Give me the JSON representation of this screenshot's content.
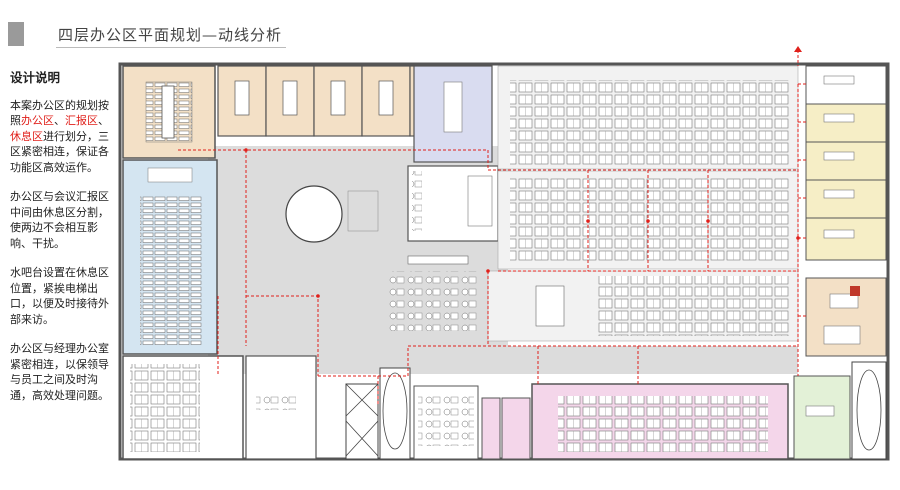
{
  "header": {
    "title": "四层办公区平面规划—动线分析"
  },
  "sidebar": {
    "heading": "设计说明",
    "para1": {
      "pre": "本案办公区的规划按照",
      "hl1": "办公区",
      "sep1": "、",
      "hl2": "汇报区",
      "sep2": "、",
      "hl3": "休息区",
      "post": "进行划分，三区紧密相连，保证各功能区高效运作。"
    },
    "para2": "办公区与会议汇报区中间由休息区分割，使两边不会相互影响、干扰。",
    "para3": "水吧台设置在休息区位置，紧挨电梯出口，以便及时接待外部来访。",
    "para4": "办公区与经理办公室紧密相连，以保领导与员工之间及时沟通，高效处理问题。"
  },
  "colors": {
    "flow_line": "#e0201b",
    "wood_room": "#f3e0c6",
    "blue_room": "#d4e5f1",
    "lavender_room": "#d9dcf0",
    "pink_room": "#f4d6ea",
    "beige_room": "#f6eec6",
    "green_room": "#e3f1d7",
    "corridor": "#dcdcdc",
    "wall": "#555555"
  },
  "icons": {
    "title_marker": "gray-square-icon",
    "entrance": "arrow-up-icon"
  }
}
